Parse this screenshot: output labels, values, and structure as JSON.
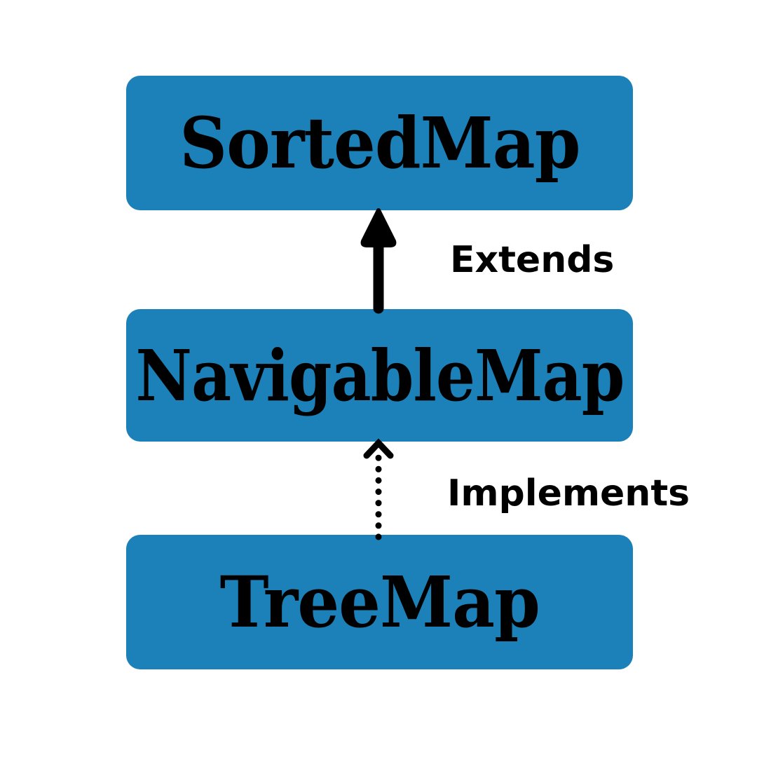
{
  "diagram": {
    "title": "SortedMap / NavigableMap / TreeMap class hierarchy",
    "background_color": "#ffffff",
    "box_color": "#1b81b8",
    "text_color": "#000000",
    "nodes": [
      {
        "id": "sortedmap",
        "label": "SortedMap",
        "type": "interface"
      },
      {
        "id": "navigablemap",
        "label": "NavigableMap",
        "type": "interface"
      },
      {
        "id": "treemap",
        "label": "TreeMap",
        "type": "class"
      }
    ],
    "edges": [
      {
        "id": "extends",
        "label": "Extends",
        "from": "navigablemap",
        "to": "sortedmap",
        "line_style": "solid",
        "arrow_head": "filled-triangle"
      },
      {
        "id": "implements",
        "label": "Implements",
        "from": "treemap",
        "to": "navigablemap",
        "line_style": "dotted",
        "arrow_head": "open-chevron"
      }
    ]
  }
}
